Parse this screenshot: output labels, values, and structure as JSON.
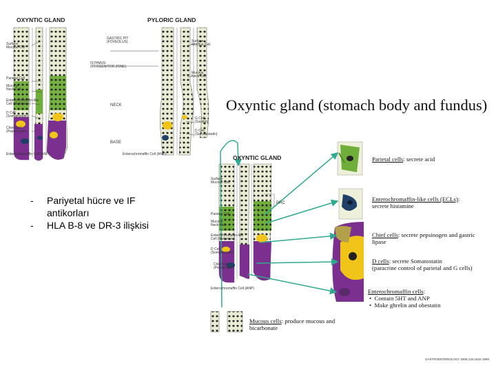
{
  "top_figure": {
    "oxyntic_header": "OXYNTIC GLAND",
    "pyloric_header": "PYLORIC GLAND",
    "labels": {
      "surface_mucous_cell_left": "Surface\nMucous Cell",
      "gastric_pit": "GASTRIC PIT\n(FOVEOLUS)",
      "surface_mucous_cell_right": "Surface\nMucous Cell",
      "isthmus": "ISTHMUS\n(PROGENITOR ZONE)",
      "parietal_cell": "Parietal Cell",
      "mucous_neck_cell_left": "Mucous\nNeck Cell",
      "mucous_neck_cell_right": "Mucous\nNeck Cell",
      "neck": "NECK",
      "ecl_cell": "Enterochromaffin-like\nCell (Histamine)",
      "d_cell_left": "D Cell\n(Somatostatin)",
      "g_cell": "G Cell\n(Gastrin)",
      "d_cell_right": "D Cell\n(Somatostatin)",
      "chief_cell": "Chief Cell\n(Pepsinogen)",
      "base": "BASE",
      "ec_cell_left": "Enterochromaffin Cell (ANP)",
      "ec_cell_right": "Enterochromaffin Cell (ANP)"
    }
  },
  "bullets": [
    "Pariyetal hücre ve IF antikorları",
    "HLA B-8 ve DR-3 ilişkisi"
  ],
  "title": "Oxyntic gland (stomach body and fundus)",
  "bottom_figure": {
    "header": "OXYNTIC GLAND",
    "prc_label": "PRC",
    "labels": {
      "surface_mucous_cell": "Surface\nMucous Cell",
      "parietal_cell": "Parietal Cell",
      "mucous_neck_cell": "Mucous\nNeck Cell",
      "ecl_cell": "Enterochromaffin-like\nCell (Histamine)",
      "d_cell": "D Cell\n(Somatostatin)",
      "chief_cell": "Chief Cell\n(Pepsinogen)",
      "ec_cell": "Enterochromaffin Cell (ANP)"
    }
  },
  "callouts": {
    "parietal": {
      "name": "Parietal cells",
      "desc": ": secrete acid"
    },
    "ecl": {
      "name": "Enterochromaffin-like cells (ECLs)",
      "desc": ":\nsecrete histamine"
    },
    "chief": {
      "name": "Chief cells",
      "desc": ": secrete pepsinogen and gastric\nlipase"
    },
    "d": {
      "name": "D cells",
      "desc": ": secrete Somatostatin\n(paracrine control of parietal and G cells)"
    },
    "ec": {
      "name": "Enterochromaffin cells",
      "desc": ":",
      "points": [
        "Contain 5HT and ANP",
        "Make ghrelin and obestatin"
      ]
    },
    "mucous": {
      "name": "Mucous cells",
      "desc": ": produce mucous and\nbicarbonate"
    }
  },
  "citation": "GASTROENTEROLOGY 2006;134:1842-1860",
  "colors": {
    "arrow": "#2fa98f",
    "mucous_cell": "#e9ebd2",
    "parietal_cell": "#6fae3a",
    "chief_cell": "#7b2f8e",
    "d_cell": "#f0c419",
    "ecl_cell": "#1f3f66",
    "nucleus": "#222222"
  }
}
